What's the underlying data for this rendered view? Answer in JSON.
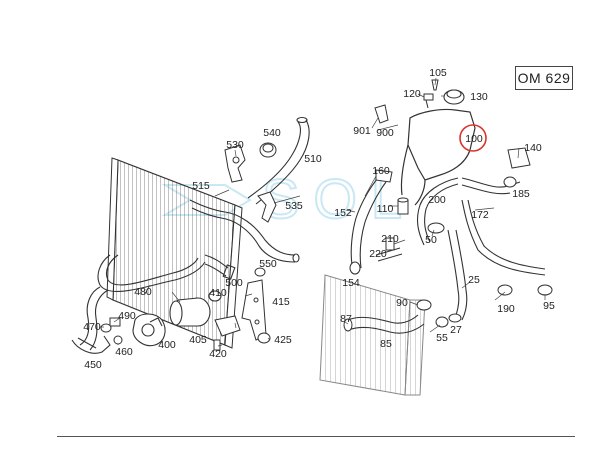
{
  "engine_code": "OM 629",
  "watermark": "SOL",
  "highlight_color": "#d9342b",
  "watermark_color": "#9fd6ea",
  "labels": [
    {
      "id": "p105",
      "text": "105"
    },
    {
      "id": "p120",
      "text": "120"
    },
    {
      "id": "p130",
      "text": "130"
    },
    {
      "id": "p901",
      "text": "901"
    },
    {
      "id": "p900",
      "text": "900"
    },
    {
      "id": "p100",
      "text": "100",
      "highlight": true
    },
    {
      "id": "p140",
      "text": "140"
    },
    {
      "id": "p530",
      "text": "530"
    },
    {
      "id": "p540",
      "text": "540"
    },
    {
      "id": "p510",
      "text": "510"
    },
    {
      "id": "p160",
      "text": "160"
    },
    {
      "id": "p185",
      "text": "185"
    },
    {
      "id": "p515",
      "text": "515"
    },
    {
      "id": "p535",
      "text": "535"
    },
    {
      "id": "p152",
      "text": "152"
    },
    {
      "id": "p110",
      "text": "110"
    },
    {
      "id": "p200",
      "text": "200"
    },
    {
      "id": "p172",
      "text": "172"
    },
    {
      "id": "p210",
      "text": "210"
    },
    {
      "id": "p50",
      "text": "50"
    },
    {
      "id": "p220",
      "text": "220"
    },
    {
      "id": "p550",
      "text": "550"
    },
    {
      "id": "p154",
      "text": "154"
    },
    {
      "id": "p25",
      "text": "25"
    },
    {
      "id": "p480",
      "text": "480"
    },
    {
      "id": "p500",
      "text": "500"
    },
    {
      "id": "p410",
      "text": "410"
    },
    {
      "id": "p415",
      "text": "415"
    },
    {
      "id": "p90",
      "text": "90"
    },
    {
      "id": "p190",
      "text": "190"
    },
    {
      "id": "p95",
      "text": "95"
    },
    {
      "id": "p490",
      "text": "490"
    },
    {
      "id": "p470",
      "text": "470"
    },
    {
      "id": "p87",
      "text": "87"
    },
    {
      "id": "p27",
      "text": "27"
    },
    {
      "id": "p405",
      "text": "405"
    },
    {
      "id": "p425",
      "text": "425"
    },
    {
      "id": "p55",
      "text": "55"
    },
    {
      "id": "p460",
      "text": "460"
    },
    {
      "id": "p400",
      "text": "400"
    },
    {
      "id": "p85",
      "text": "85"
    },
    {
      "id": "p420",
      "text": "420"
    },
    {
      "id": "p450",
      "text": "450"
    }
  ]
}
